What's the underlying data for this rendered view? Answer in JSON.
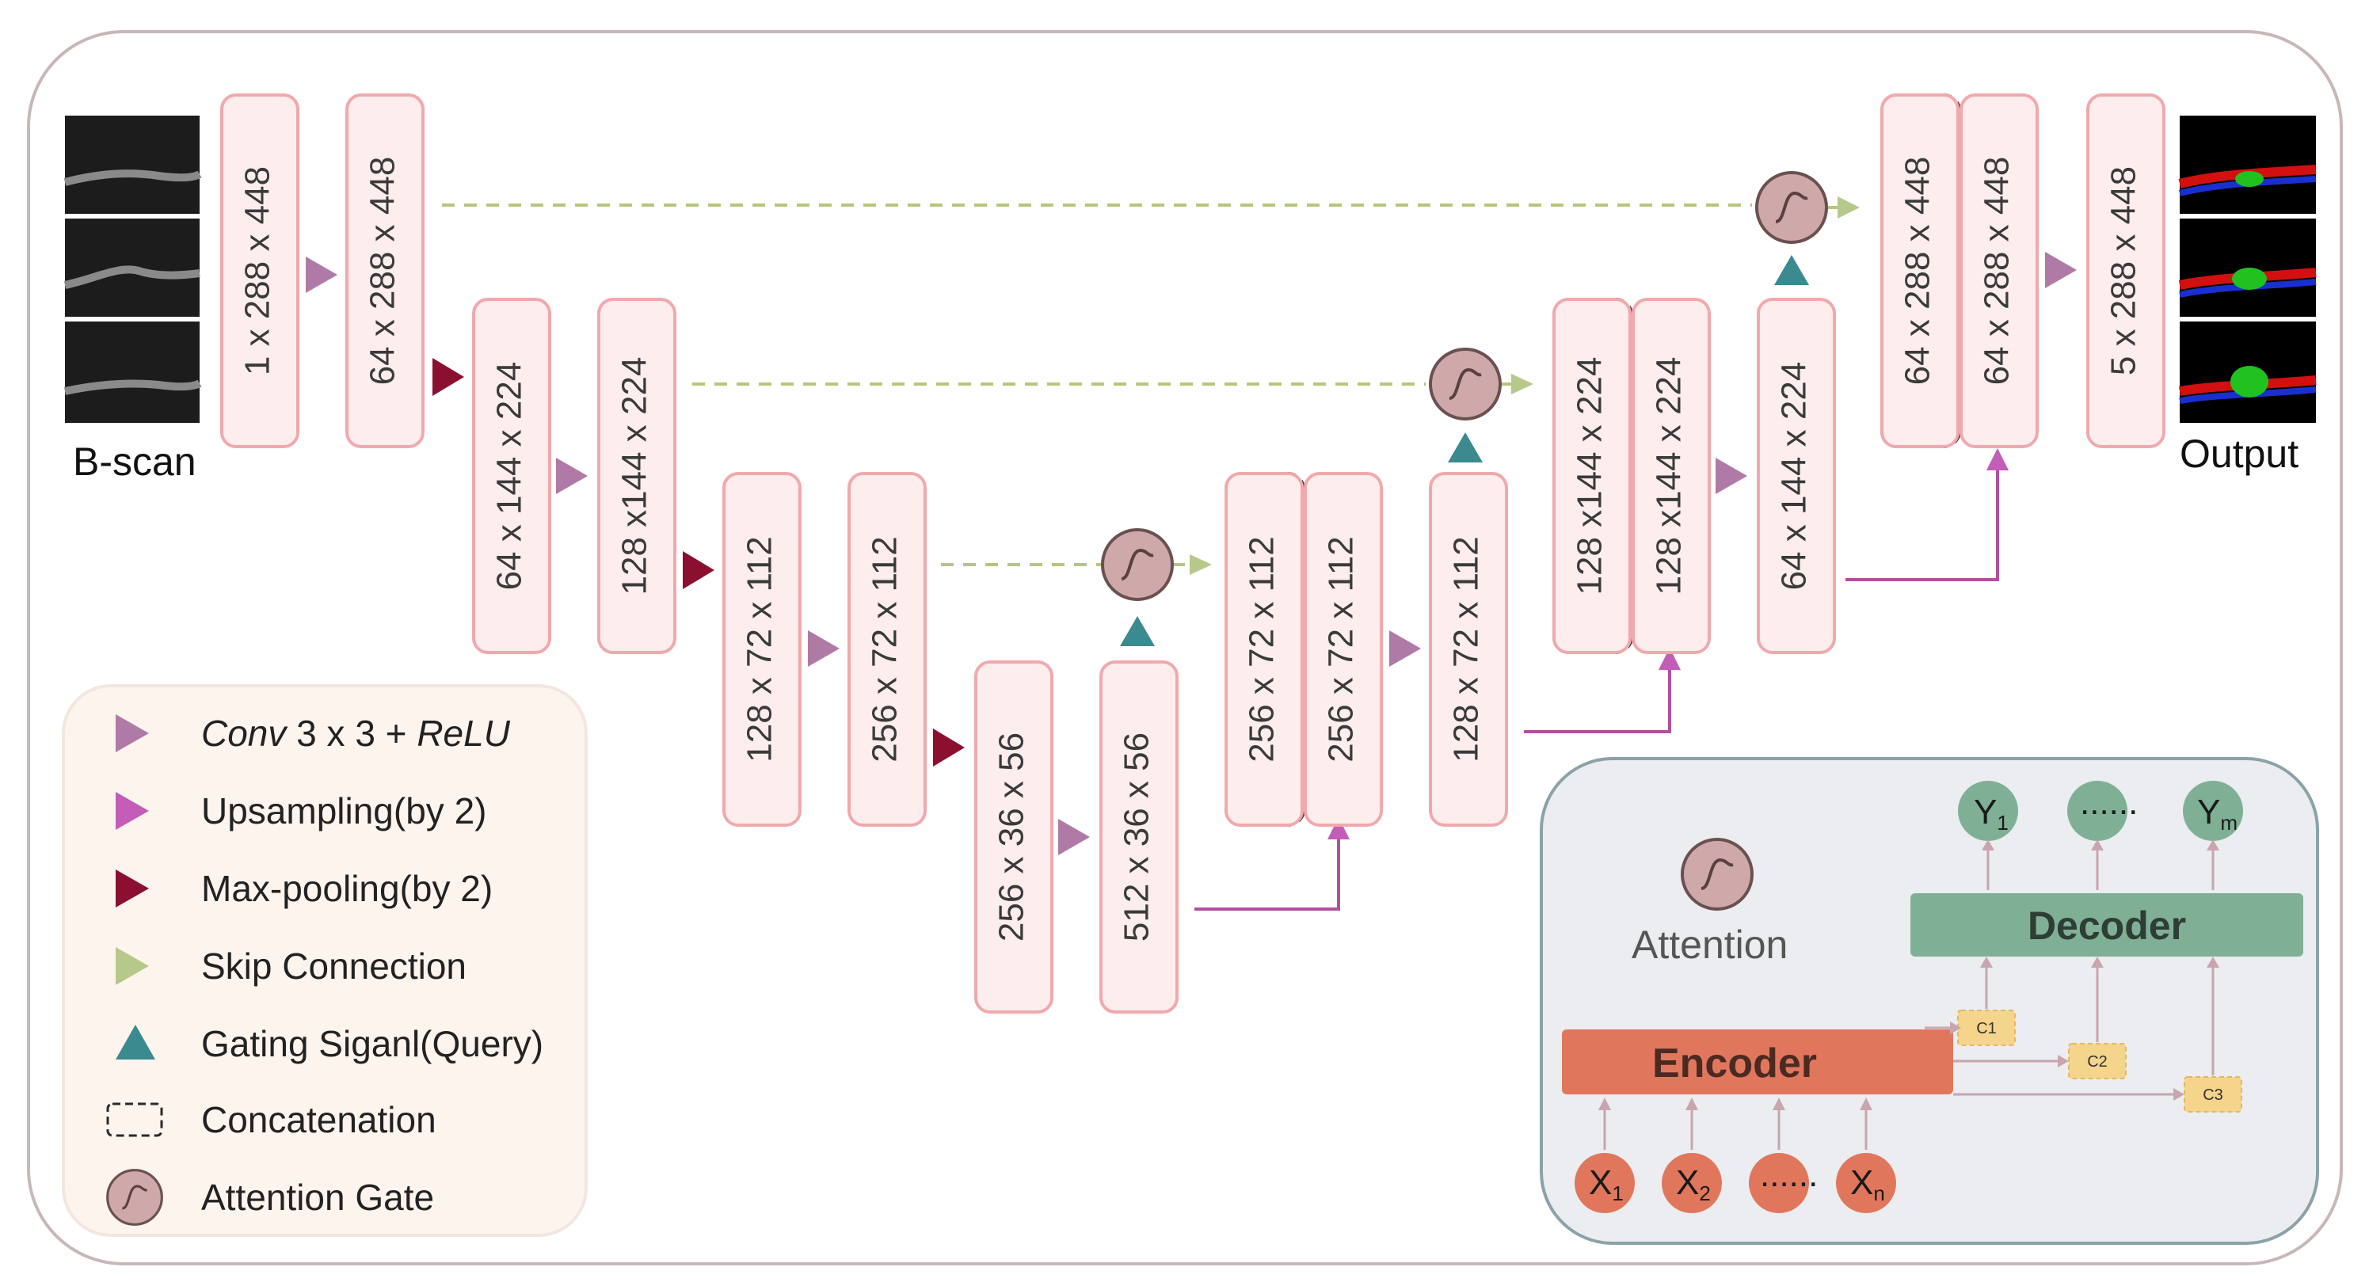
{
  "labels": {
    "input": "B-scan",
    "output": "Output"
  },
  "encoder_blocks": [
    {
      "label": "1 x 288 x 448"
    },
    {
      "label": "64 x 288 x 448"
    },
    {
      "label": "64 x 144 x 224"
    },
    {
      "label": "128 x144 x 224"
    },
    {
      "label": "128 x 72 x 112"
    },
    {
      "label": "256 x 72 x 112"
    },
    {
      "label": "256 x 36 x 56"
    },
    {
      "label": "512 x 36 x 56"
    }
  ],
  "decoder_blocks": [
    {
      "label": "256 x 72 x 112"
    },
    {
      "label": "256 x 72 x 112"
    },
    {
      "label": "128 x 72 x 112"
    },
    {
      "label": "128 x144 x 224"
    },
    {
      "label": "128 x144 x 224"
    },
    {
      "label": "64 x 144 x 224"
    },
    {
      "label": "64 x 288 x 448"
    },
    {
      "label": "64 x 288 x 448"
    },
    {
      "label": "5 x 288 x 448"
    }
  ],
  "legend": [
    {
      "pre_italic": "Conv",
      "text": " 3 x 3 + ",
      "post_italic": "ReLU",
      "color": "#b07aa6",
      "icon": "triangle-right-icon"
    },
    {
      "text": "Upsampling(by 2)",
      "color": "#c35db7",
      "icon": "triangle-right-icon"
    },
    {
      "text": "Max-pooling(by 2)",
      "color": "#8b1030",
      "icon": "triangle-right-icon"
    },
    {
      "text": "Skip Connection",
      "color": "#b6c98a",
      "icon": "triangle-right-icon"
    },
    {
      "text": "Gating Siganl(Query)",
      "color": "#3a8a8f",
      "icon": "triangle-up-icon"
    },
    {
      "text": "Concatenation",
      "icon": "dashed-box-icon"
    },
    {
      "text": "Attention Gate",
      "color": "#cfa9a9",
      "icon": "sigmoid-circle-icon"
    }
  ],
  "attention_inset": {
    "title": "Attention",
    "encoder": "Encoder",
    "decoder": "Decoder",
    "inputs": [
      {
        "base": "X",
        "sub": "1"
      },
      {
        "base": "X",
        "sub": "2"
      },
      {
        "base": "......",
        "sub": ""
      },
      {
        "base": "X",
        "sub": "n"
      }
    ],
    "outputs": [
      {
        "base": "Y",
        "sub": "1"
      },
      {
        "base": "......",
        "sub": ""
      },
      {
        "base": "Y",
        "sub": "m"
      }
    ],
    "contexts": [
      "C1",
      "C2",
      "C3"
    ],
    "colors": {
      "encoder": "#e0775d",
      "decoder": "#7fb096",
      "input_node": "#e0775d",
      "output_node": "#7fb096",
      "context": "#f5d58c"
    }
  },
  "colors": {
    "block_fill": "#fdeded",
    "block_border": "#f0a9ad",
    "conv_arrow": "#b07aa6",
    "upsample_arrow": "#c35db7",
    "maxpool_arrow": "#8b1030",
    "skip": "#b6c98a",
    "gating": "#3a8a8f"
  }
}
